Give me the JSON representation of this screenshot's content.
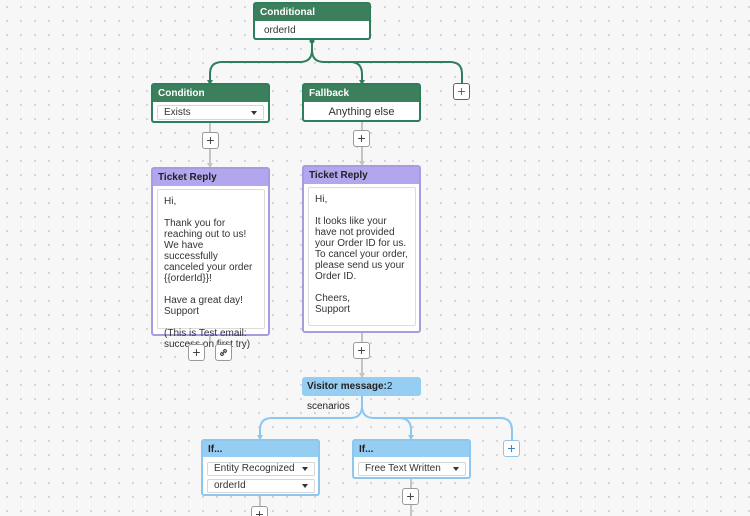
{
  "conditional": {
    "title": "Conditional",
    "variable": "orderId"
  },
  "condition": {
    "title": "Condition",
    "selected": "Exists"
  },
  "fallback": {
    "title": "Fallback",
    "text": "Anything else"
  },
  "ticket_reply_1": {
    "title": "Ticket Reply",
    "body": "Hi,\n\nThank you for reaching out to us! We have successfully canceled your order {{orderId}}!\n\nHave a great day!\nSupport\n\n(This is Test email: success on first try)"
  },
  "ticket_reply_2": {
    "title": "Ticket Reply",
    "body": "Hi,\n\nIt looks like your have not provided your Order ID for us. To cancel your order, please send us your Order ID.\n\nCheers,\nSupport"
  },
  "visitor_message": {
    "label": "Visitor message:",
    "value": "2 scenarios"
  },
  "if_1": {
    "title": "If...",
    "match": "Entity Recognized",
    "entity": "orderId"
  },
  "if_2": {
    "title": "If...",
    "match": "Free Text Written"
  },
  "icons": {
    "plus": "plus-icon",
    "link": "link-icon",
    "caret": "caret-down-icon"
  },
  "colors": {
    "green": "#3b7f5c",
    "purple": "#b3a6ee",
    "blue": "#96cdf2"
  },
  "plus_symbol": "+"
}
